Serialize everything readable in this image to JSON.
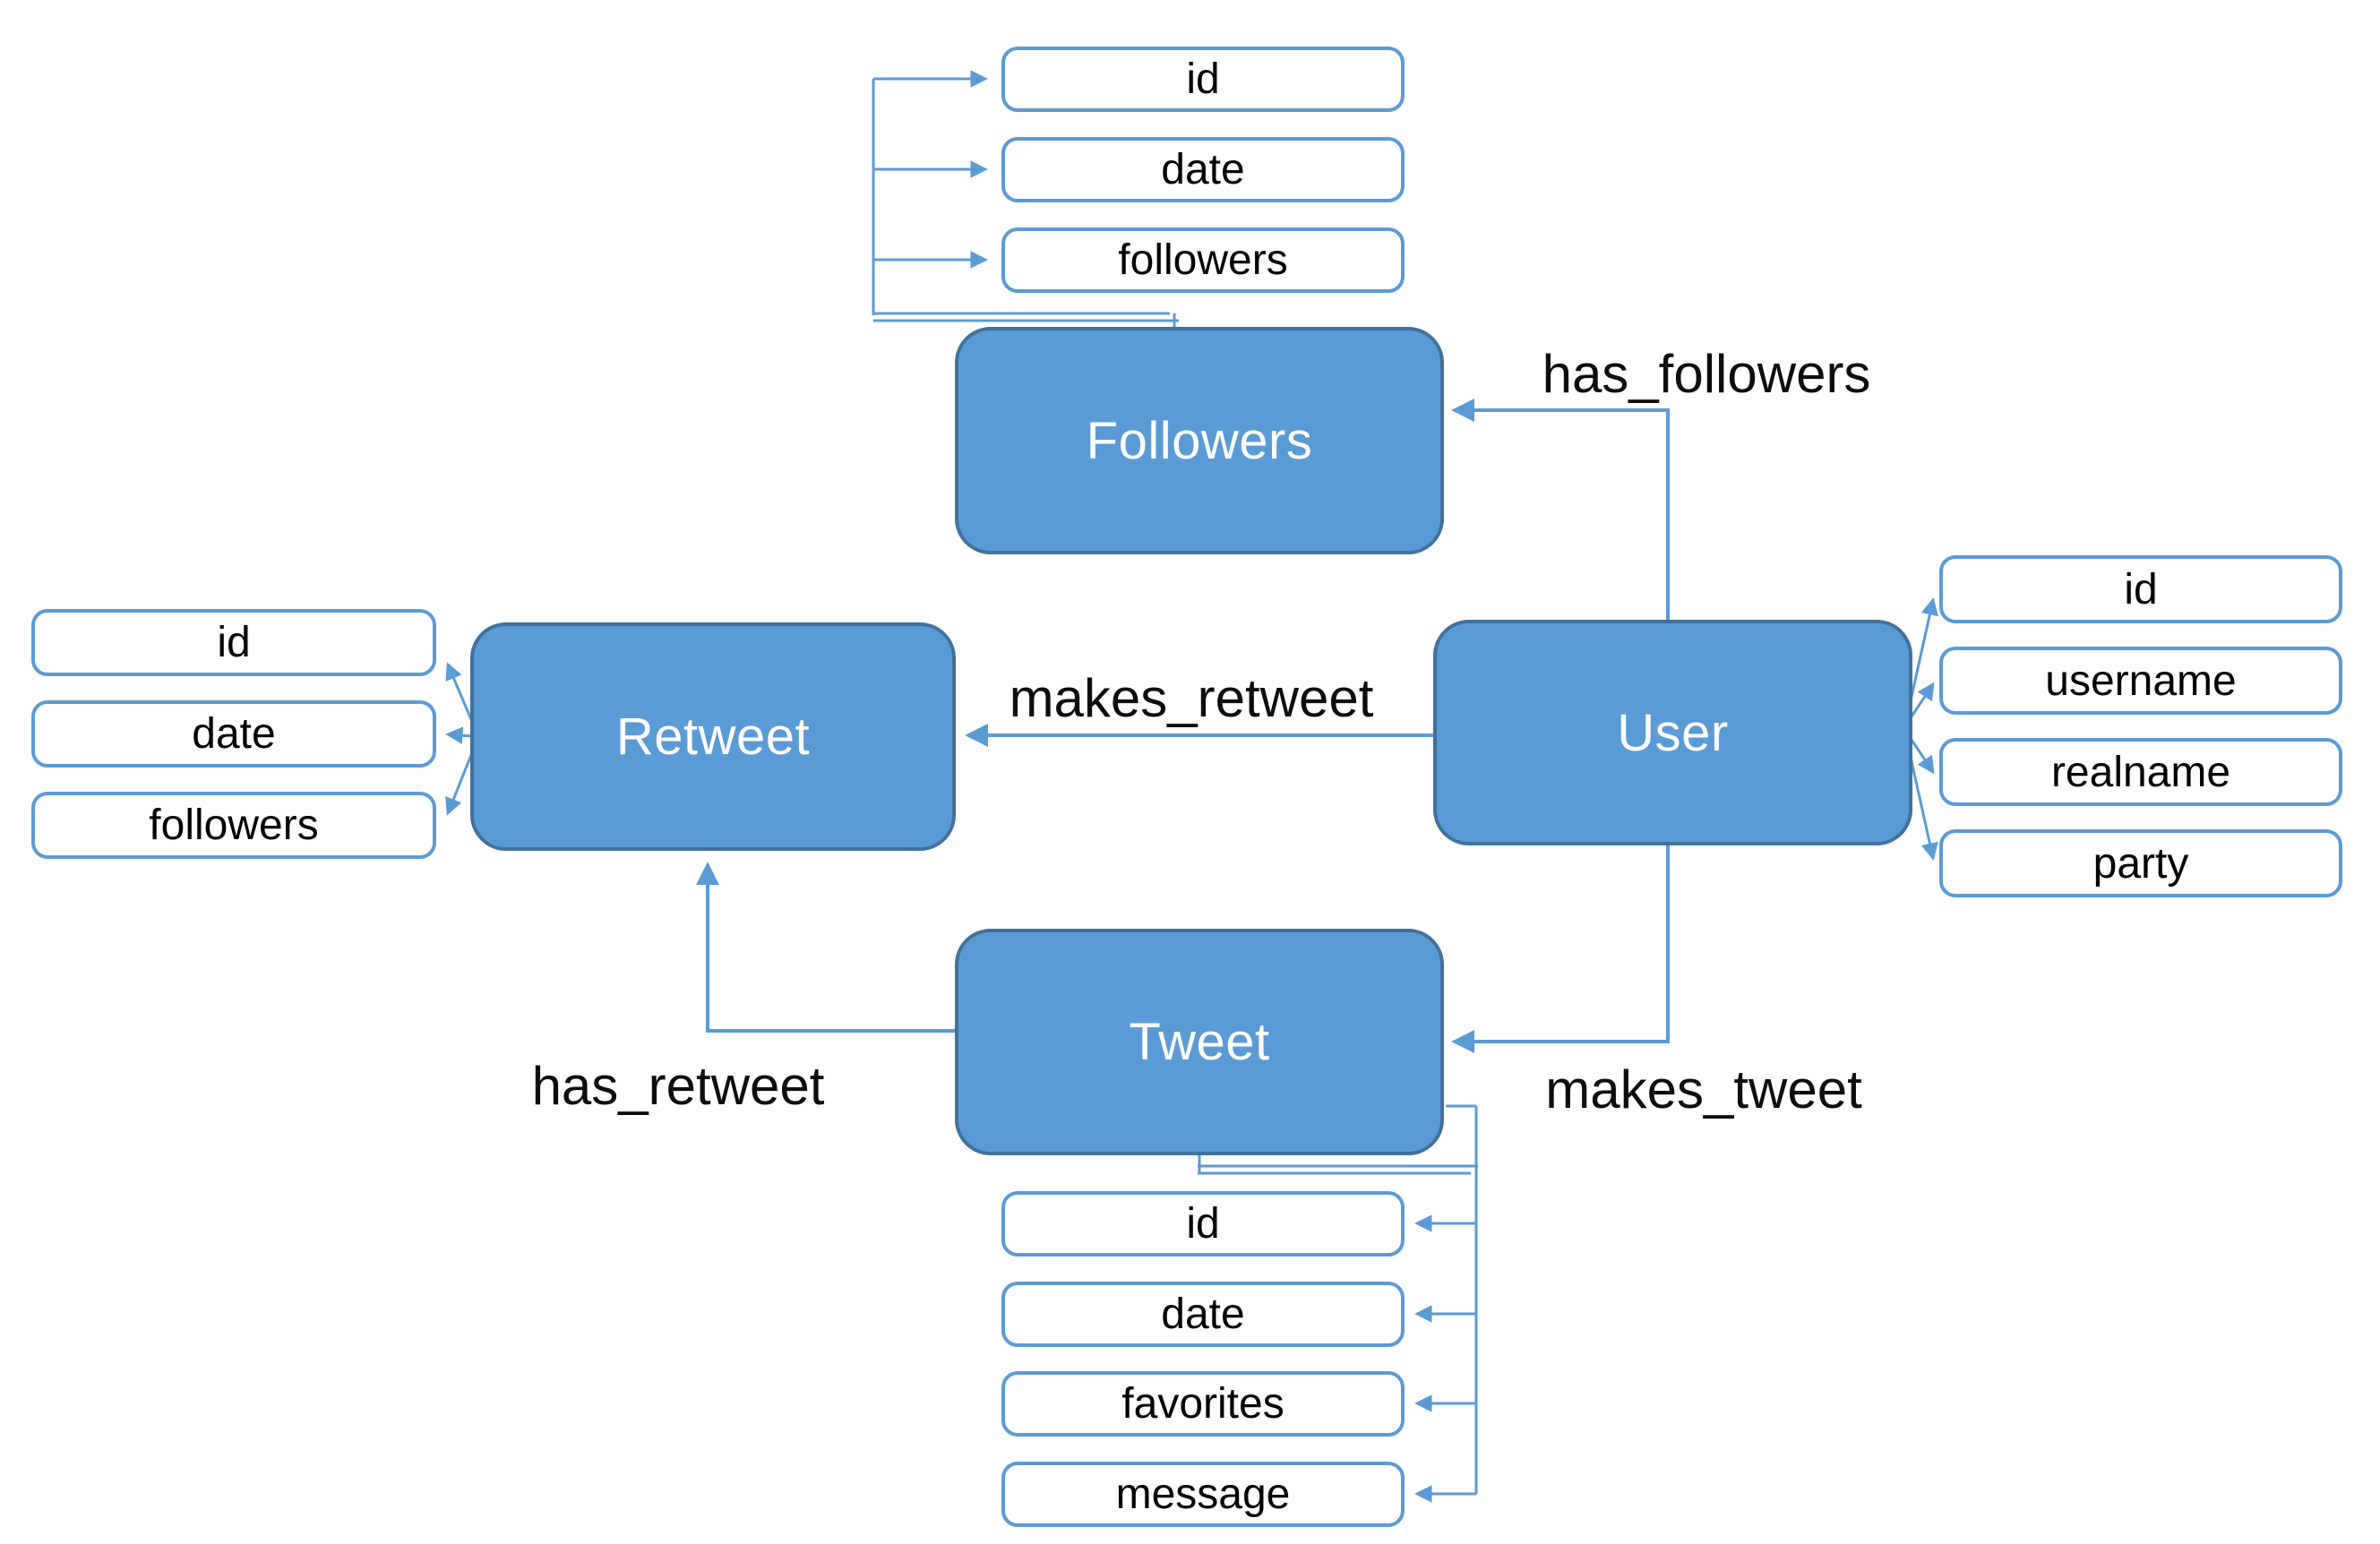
{
  "diagram_type": "entity-relationship",
  "colors": {
    "entity_fill": "#5B9BD5",
    "entity_border": "#41719C",
    "entity_text": "#FFFFFF",
    "attr_fill": "#FFFFFF",
    "attr_border": "#5B9BD5",
    "attr_text": "#000000",
    "connector": "#5B9BD5",
    "label_text": "#0D0D0D",
    "background": "#FFFFFF"
  },
  "entities": {
    "followers": {
      "label": "Followers"
    },
    "user": {
      "label": "User"
    },
    "retweet": {
      "label": "Retweet"
    },
    "tweet": {
      "label": "Tweet"
    }
  },
  "attribute_groups": {
    "followers": {
      "of_entity": "Followers",
      "items": [
        "id",
        "date",
        "followers"
      ]
    },
    "retweet": {
      "of_entity": "Retweet",
      "items": [
        "id",
        "date",
        "followers"
      ]
    },
    "user": {
      "of_entity": "User",
      "items": [
        "id",
        "username",
        "realname",
        "party"
      ]
    },
    "tweet": {
      "of_entity": "Tweet",
      "items": [
        "id",
        "date",
        "favorites",
        "message"
      ]
    }
  },
  "relationships": {
    "has_followers": {
      "label": "has_followers",
      "from": "User",
      "to": "Followers"
    },
    "makes_retweet": {
      "label": "makes_retweet",
      "from": "User",
      "to": "Retweet"
    },
    "makes_tweet": {
      "label": "makes_tweet",
      "from": "User",
      "to": "Tweet"
    },
    "has_retweet": {
      "label": "has_retweet",
      "from": "Tweet",
      "to": "Retweet"
    }
  }
}
